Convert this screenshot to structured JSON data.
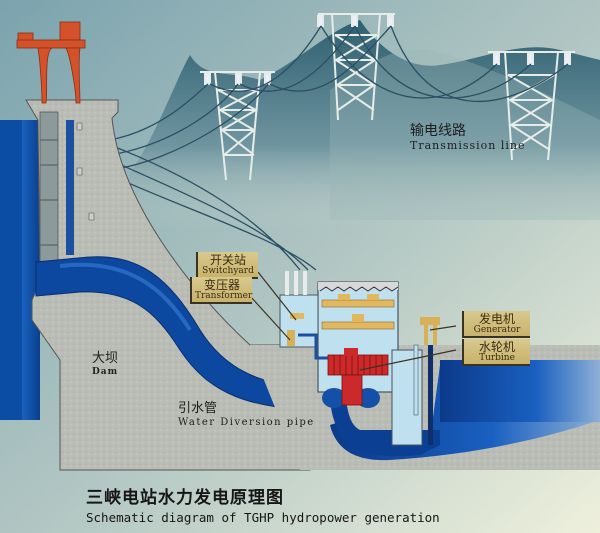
{
  "title": {
    "zh": "三峡电站水力发电原理图",
    "en": "Schematic diagram of TGHP hydropower generation"
  },
  "labels": {
    "transmission_line": {
      "zh": "输电线路",
      "en": "Transmission line"
    },
    "switchyard": {
      "zh": "开关站",
      "en": "Switchyard"
    },
    "transformer": {
      "zh": "变压器",
      "en": "Transformer"
    },
    "generator": {
      "zh": "发电机",
      "en": "Generator"
    },
    "turbine": {
      "zh": "水轮机",
      "en": "Turbine"
    },
    "dam": {
      "zh": "大坝",
      "en": "Dam"
    },
    "water_diversion_pipe": {
      "zh": "引水管",
      "en": "Water Diversion pipe"
    }
  },
  "colors": {
    "water": "#0d4fa8",
    "dam_concrete": "#b9bcb4",
    "gantry_crane": "#d4522a",
    "turbine_rotor": "#cc2a2a",
    "label_tag": "#cfbb7a",
    "sky_top": "#7ea6b0",
    "mountain": "#3f6f7e"
  }
}
